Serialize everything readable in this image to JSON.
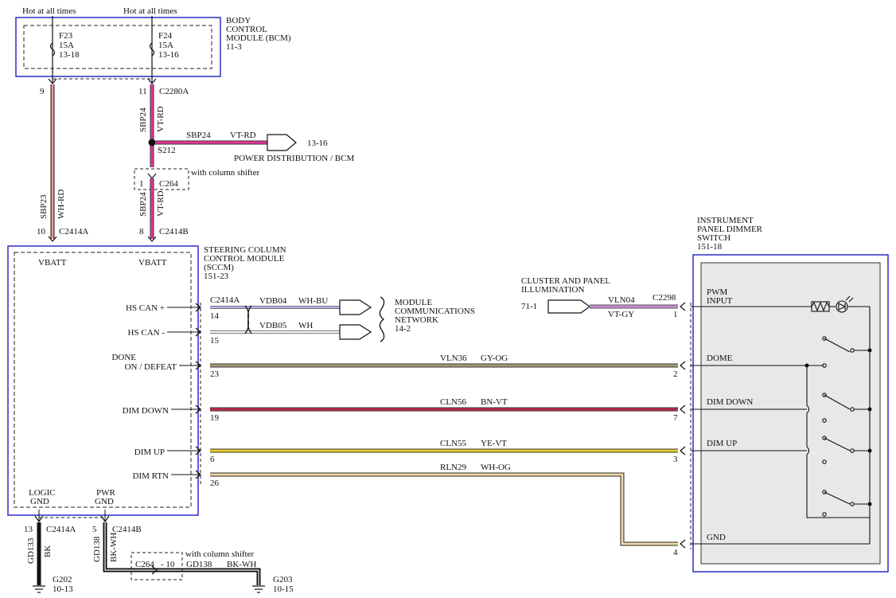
{
  "top": {
    "hot1": "Hot at all times",
    "hot2": "Hot at all times"
  },
  "bcm": {
    "title": [
      "BODY",
      "CONTROL",
      "MODULE (BCM)",
      "11-3"
    ],
    "fuse1": {
      "name": "F23",
      "rating": "15A",
      "ref": "13-18"
    },
    "fuse2": {
      "name": "F24",
      "rating": "15A",
      "ref": "13-16"
    }
  },
  "left_circuit": {
    "pin_top": "9",
    "circuit": "SBP23",
    "color": "WH-RD",
    "pin_bottom": "10",
    "connector_bottom": "C2414A"
  },
  "right_circuit": {
    "pin_top": "11",
    "connector_top": "C2280A",
    "circuit_upper": "SBP24",
    "color_upper": "VT-RD",
    "splice": "S212",
    "branch_circuit": "SBP24",
    "branch_color": "VT-RD",
    "branch_ref": "13-16",
    "branch_dest": "POWER DISTRIBUTION / BCM",
    "option_note": "with column shifter",
    "c264_pin": "1",
    "c264": "C264",
    "circuit_lower": "SBP24",
    "color_lower": "VT-RD",
    "pin_bottom": "8",
    "connector_bottom": "C2414B"
  },
  "sccm": {
    "title": [
      "STEERING COLUMN",
      "CONTROL MODULE",
      "(SCCM)",
      "151-23"
    ],
    "vbatt1": "VBATT",
    "vbatt2": "VBATT",
    "pins": {
      "hs_can_plus": "HS CAN +",
      "hs_can_minus": "HS CAN -",
      "done1": "DONE",
      "done2": "ON / DEFEAT",
      "dim_down": "DIM DOWN",
      "dim_up": "DIM UP",
      "dim_rtn": "DIM RTN"
    },
    "logic_gnd": [
      "LOGIC",
      "GND"
    ],
    "pwr_gnd": [
      "PWR",
      "GND"
    ]
  },
  "can": {
    "connector": "C2414A",
    "pin_plus": "14",
    "pin_minus": "15",
    "wire1": {
      "circuit": "VDB04",
      "color": "WH-BU"
    },
    "wire2": {
      "circuit": "VDB05",
      "color": "WH"
    },
    "network": [
      "MODULE",
      "COMMUNICATIONS",
      "NETWORK",
      "14-2"
    ]
  },
  "cluster": {
    "title": [
      "CLUSTER AND PANEL",
      "ILLUMINATION"
    ],
    "ref": "71-1",
    "circuit": "VLN04",
    "color": "VT-GY",
    "connector": "C2298",
    "pin": "1"
  },
  "wires": {
    "done": {
      "circuit": "VLN36",
      "color": "GY-OG",
      "pin_left": "23",
      "pin_right": "2"
    },
    "dim_down": {
      "circuit": "CLN56",
      "color": "BN-VT",
      "pin_left": "19",
      "pin_right": "7"
    },
    "dim_up": {
      "circuit": "CLN55",
      "color": "YE-VT",
      "pin_left": "6",
      "pin_right": "3"
    },
    "dim_rtn": {
      "circuit": "RLN29",
      "color": "WH-OG",
      "pin_left": "26",
      "pin_right": "4"
    }
  },
  "ipds": {
    "title": [
      "INSTRUMENT",
      "PANEL DIMMER",
      "SWITCH",
      "151-18"
    ],
    "pwm": [
      "PWM",
      "INPUT"
    ],
    "dome": "DOME",
    "dim_down": "DIM DOWN",
    "dim_up": "DIM UP",
    "gnd": "GND"
  },
  "grounds": {
    "left": {
      "pin": "13",
      "connector": "C2414A",
      "circuit": "GD133",
      "color": "BK",
      "ground": "G202",
      "ref": "10-13"
    },
    "right": {
      "pin": "5",
      "connector": "C2414B",
      "circuit": "GD138",
      "color": "BK-WH",
      "option_note": "with column shifter",
      "c264": "C264",
      "c264_pin": "- 10",
      "circuit2": "GD138",
      "color2": "BK-WH",
      "ground": "G203",
      "ref": "10-15"
    }
  },
  "colors": {
    "module_border": "#2b2bc8",
    "wh_rd": "#e83a3a",
    "vt_rd": "#e8359a",
    "vt_gy": "#c98ad8",
    "gy_og": "#a89a78",
    "bn_vt": "#c0284a",
    "ye_vt": "#e8cf2a",
    "wh_og": "#e0b86a",
    "wh_bu": "#6a6ae0"
  }
}
